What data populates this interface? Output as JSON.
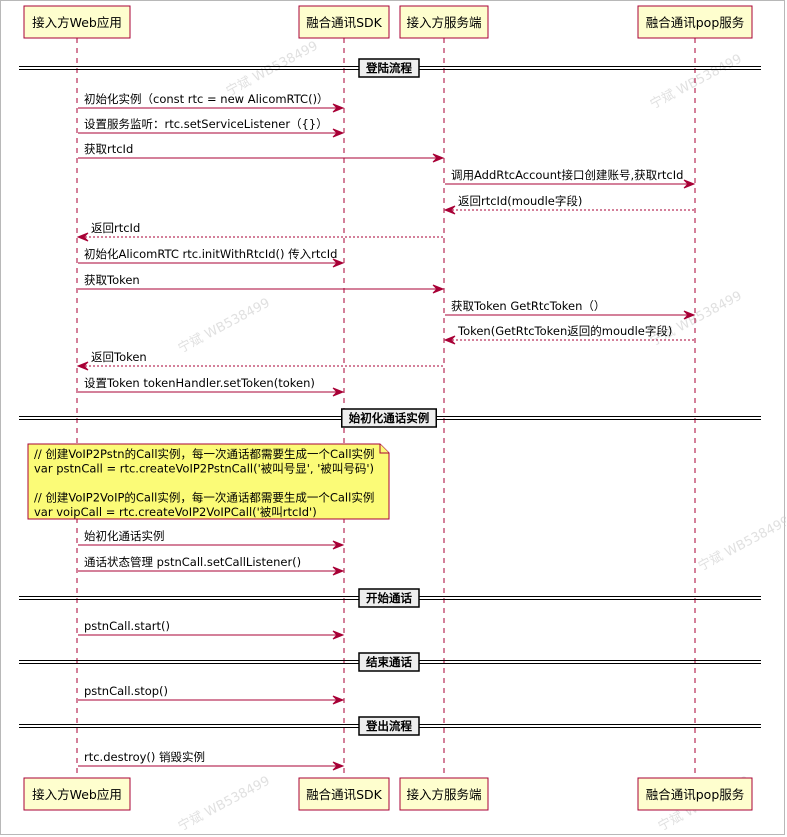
{
  "participants": [
    {
      "label": "接入方Web应用"
    },
    {
      "label": "融合通讯SDK"
    },
    {
      "label": "接入方服务端"
    },
    {
      "label": "融合通讯pop服务"
    }
  ],
  "sections": [
    {
      "label": "登陆流程"
    },
    {
      "label": "始初化通话实例"
    },
    {
      "label": "开始通话"
    },
    {
      "label": "结束通话"
    },
    {
      "label": "登出流程"
    }
  ],
  "messages": [
    {
      "label": "初始化实例（const rtc = new AlicomRTC()）",
      "from": 0,
      "to": 1,
      "dashed": false
    },
    {
      "label": "设置服务监听：rtc.setServiceListener（{}）",
      "from": 0,
      "to": 1,
      "dashed": false
    },
    {
      "label": "获取rtcId",
      "from": 0,
      "to": 2,
      "dashed": false
    },
    {
      "label": "调用AddRtcAccount接口创建账号,获取rtcId",
      "from": 2,
      "to": 3,
      "dashed": false
    },
    {
      "label": "返回rtcId(moudle字段)",
      "from": 3,
      "to": 2,
      "dashed": true
    },
    {
      "label": "返回rtcId",
      "from": 2,
      "to": 0,
      "dashed": true
    },
    {
      "label": "初始化AlicomRTC rtc.initWithRtcId() 传入rtcId",
      "from": 0,
      "to": 1,
      "dashed": false
    },
    {
      "label": "获取Token",
      "from": 0,
      "to": 2,
      "dashed": false
    },
    {
      "label": "获取Token GetRtcToken（）",
      "from": 2,
      "to": 3,
      "dashed": false
    },
    {
      "label": "Token(GetRtcToken返回的moudle字段)",
      "from": 3,
      "to": 2,
      "dashed": true
    },
    {
      "label": "返回Token",
      "from": 2,
      "to": 0,
      "dashed": true
    },
    {
      "label": "设置Token tokenHandler.setToken(token)",
      "from": 0,
      "to": 1,
      "dashed": false
    },
    {
      "label": "始初化通话实例",
      "from": 0,
      "to": 1,
      "dashed": false
    },
    {
      "label": "通话状态管理 pstnCall.setCallListener()",
      "from": 0,
      "to": 1,
      "dashed": false
    },
    {
      "label": "pstnCall.start()",
      "from": 0,
      "to": 1,
      "dashed": false
    },
    {
      "label": "pstnCall.stop()",
      "from": 0,
      "to": 1,
      "dashed": false
    },
    {
      "label": "rtc.destroy() 销毁实例",
      "from": 0,
      "to": 1,
      "dashed": false
    }
  ],
  "note": {
    "lines": [
      "// 创建VoIP2Pstn的Call实例，每一次通话都需要生成一个Call实例",
      "var pstnCall = rtc.createVoIP2PstnCall('被叫号显', '被叫号码')",
      "",
      "// 创建VoIP2VoIP的Call实例，每一次通话都需要生成一个Call实例",
      " var voipCall = rtc.createVoIP2VoIPCall('被叫rtcId')"
    ]
  },
  "watermark": "宁斌 WB538499",
  "colors": {
    "participant_fill": "#fefece",
    "border": "#a80036",
    "note_fill": "#fbfb77",
    "separator_fill": "#eeeeee"
  }
}
